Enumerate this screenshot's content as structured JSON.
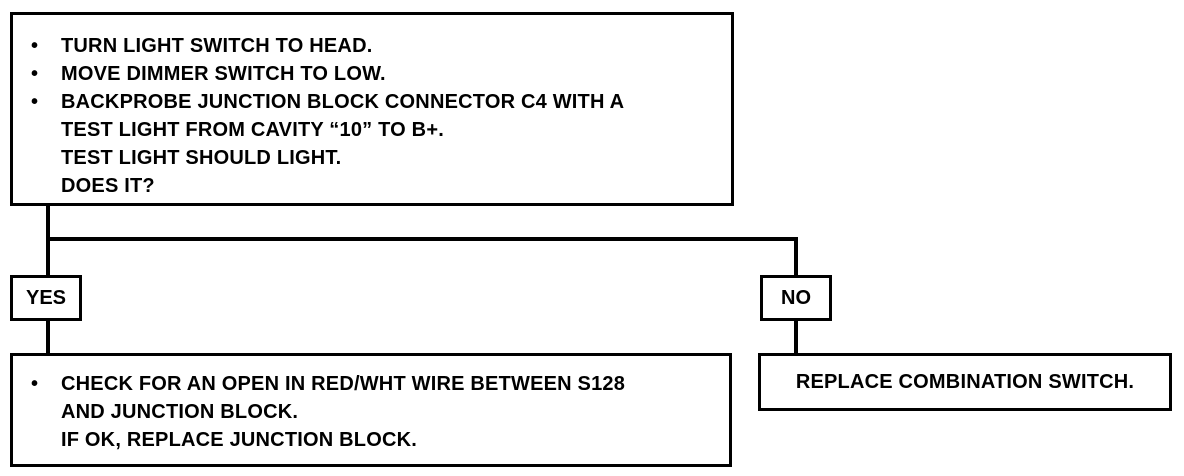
{
  "top_box": {
    "lines": [
      {
        "bullet": true,
        "text": "TURN LIGHT SWITCH TO HEAD."
      },
      {
        "bullet": true,
        "text": "MOVE DIMMER SWITCH TO LOW."
      },
      {
        "bullet": true,
        "text": "BACKPROBE JUNCTION BLOCK CONNECTOR C4 WITH A"
      },
      {
        "bullet": false,
        "text": "TEST LIGHT FROM CAVITY “10” TO B+."
      },
      {
        "bullet": false,
        "text": "TEST LIGHT SHOULD LIGHT."
      },
      {
        "bullet": false,
        "text": "DOES IT?"
      }
    ],
    "bullet_char": "•"
  },
  "branches": {
    "yes_label": "YES",
    "no_label": "NO"
  },
  "yes_box": {
    "lines": [
      {
        "bullet": true,
        "text": "CHECK FOR AN OPEN IN RED/WHT WIRE BETWEEN S128"
      },
      {
        "bullet": false,
        "text": "AND JUNCTION BLOCK."
      },
      {
        "bullet": false,
        "text": "IF OK, REPLACE JUNCTION BLOCK."
      }
    ]
  },
  "no_box": {
    "text": "REPLACE COMBINATION SWITCH."
  }
}
